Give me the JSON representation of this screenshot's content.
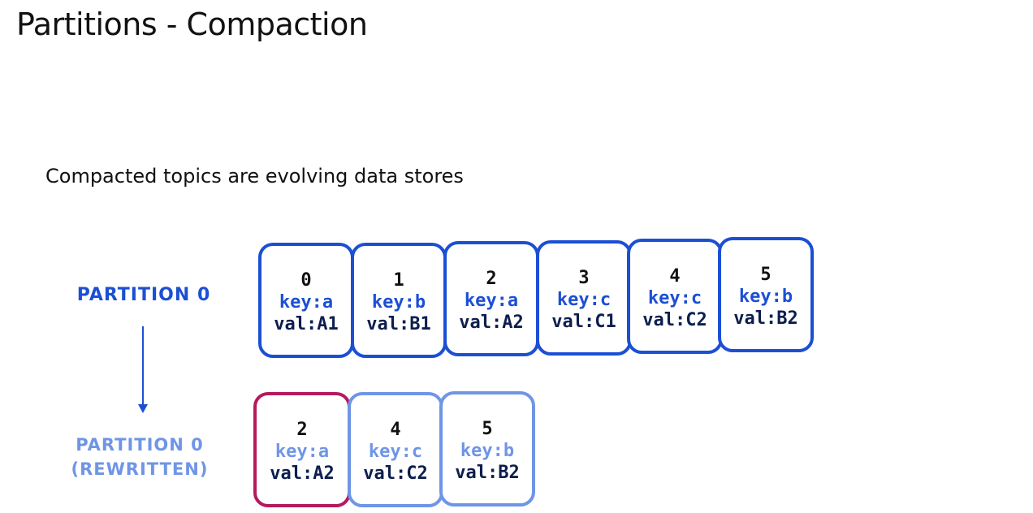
{
  "title": "Partitions - Compaction",
  "subtitle": "Compacted topics are evolving data stores",
  "partition_label": "PARTITION 0",
  "rewritten_label": [
    "PARTITION 0",
    "(REWRITTEN)"
  ],
  "colors": {
    "partition_border": "#1b4fd4",
    "partition_key": "#1b4fd4",
    "rewritten_border": "#6f95e6",
    "rewritten_key": "#6f95e6",
    "highlight_border": "#b5195e",
    "value_text": "#0d1e4e",
    "offset_text": "#111111"
  },
  "partition_records": [
    {
      "offset": "0",
      "key": "key:a",
      "val": "val:A1"
    },
    {
      "offset": "1",
      "key": "key:b",
      "val": "val:B1"
    },
    {
      "offset": "2",
      "key": "key:a",
      "val": "val:A2"
    },
    {
      "offset": "3",
      "key": "key:c",
      "val": "val:C1"
    },
    {
      "offset": "4",
      "key": "key:c",
      "val": "val:C2"
    },
    {
      "offset": "5",
      "key": "key:b",
      "val": "val:B2"
    }
  ],
  "rewritten_records": [
    {
      "offset": "2",
      "key": "key:a",
      "val": "val:A2",
      "highlighted": true
    },
    {
      "offset": "4",
      "key": "key:c",
      "val": "val:C2",
      "highlighted": false
    },
    {
      "offset": "5",
      "key": "key:b",
      "val": "val:B2",
      "highlighted": false
    }
  ]
}
